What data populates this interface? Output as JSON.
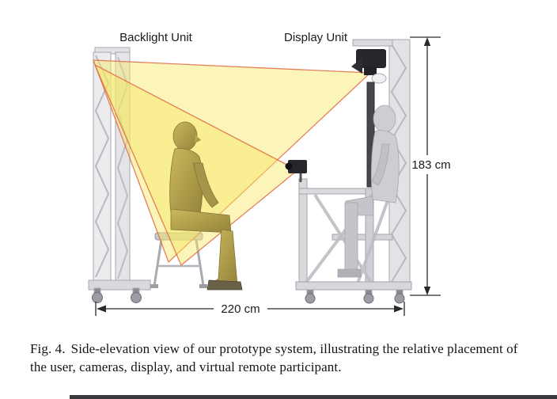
{
  "figure": {
    "labels": {
      "backlight_unit": "Backlight Unit",
      "display_unit": "Display Unit"
    },
    "dimensions": {
      "height_label": "183 cm",
      "width_label": "220 cm"
    },
    "colors": {
      "beam_fill": "#f7e964",
      "beam_outline": "#e06a45",
      "user_figure": "#b3a24e",
      "remote_figure": "#cdcdd3",
      "frame_gray": "#dededf",
      "annotation": "#2a2a2a"
    }
  },
  "caption": {
    "tag": "Fig. 4.",
    "text": "Side-elevation view of our prototype system, illustrating the relative placement of the user, cameras, display, and virtual remote participant."
  }
}
